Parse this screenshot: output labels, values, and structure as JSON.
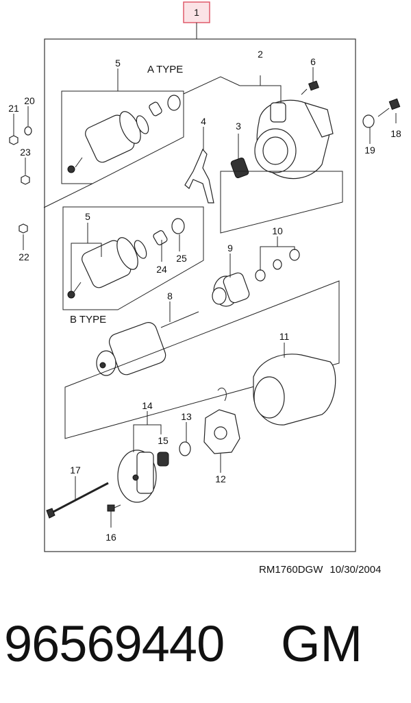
{
  "assembly": {
    "callout": "1"
  },
  "variants": {
    "a_type": "A TYPE",
    "b_type": "B TYPE"
  },
  "callouts": {
    "c2": "2",
    "c3": "3",
    "c4": "4",
    "c5a": "5",
    "c5b": "5",
    "c6": "6",
    "c8": "8",
    "c9": "9",
    "c10": "10",
    "c11": "11",
    "c12": "12",
    "c13": "13",
    "c14": "14",
    "c15": "15",
    "c16": "16",
    "c17": "17",
    "c18": "18",
    "c19": "19",
    "c20": "20",
    "c21": "21",
    "c22": "22",
    "c23": "23",
    "c24": "24",
    "c25": "25"
  },
  "footer": {
    "drawing_ref": "RM1760DGW",
    "date": "10/30/2004"
  },
  "part_number": "96569440",
  "brand": "GM",
  "colors": {
    "callout_box_border": "#e05a6a",
    "callout_box_fill": "#fbe3e6"
  }
}
